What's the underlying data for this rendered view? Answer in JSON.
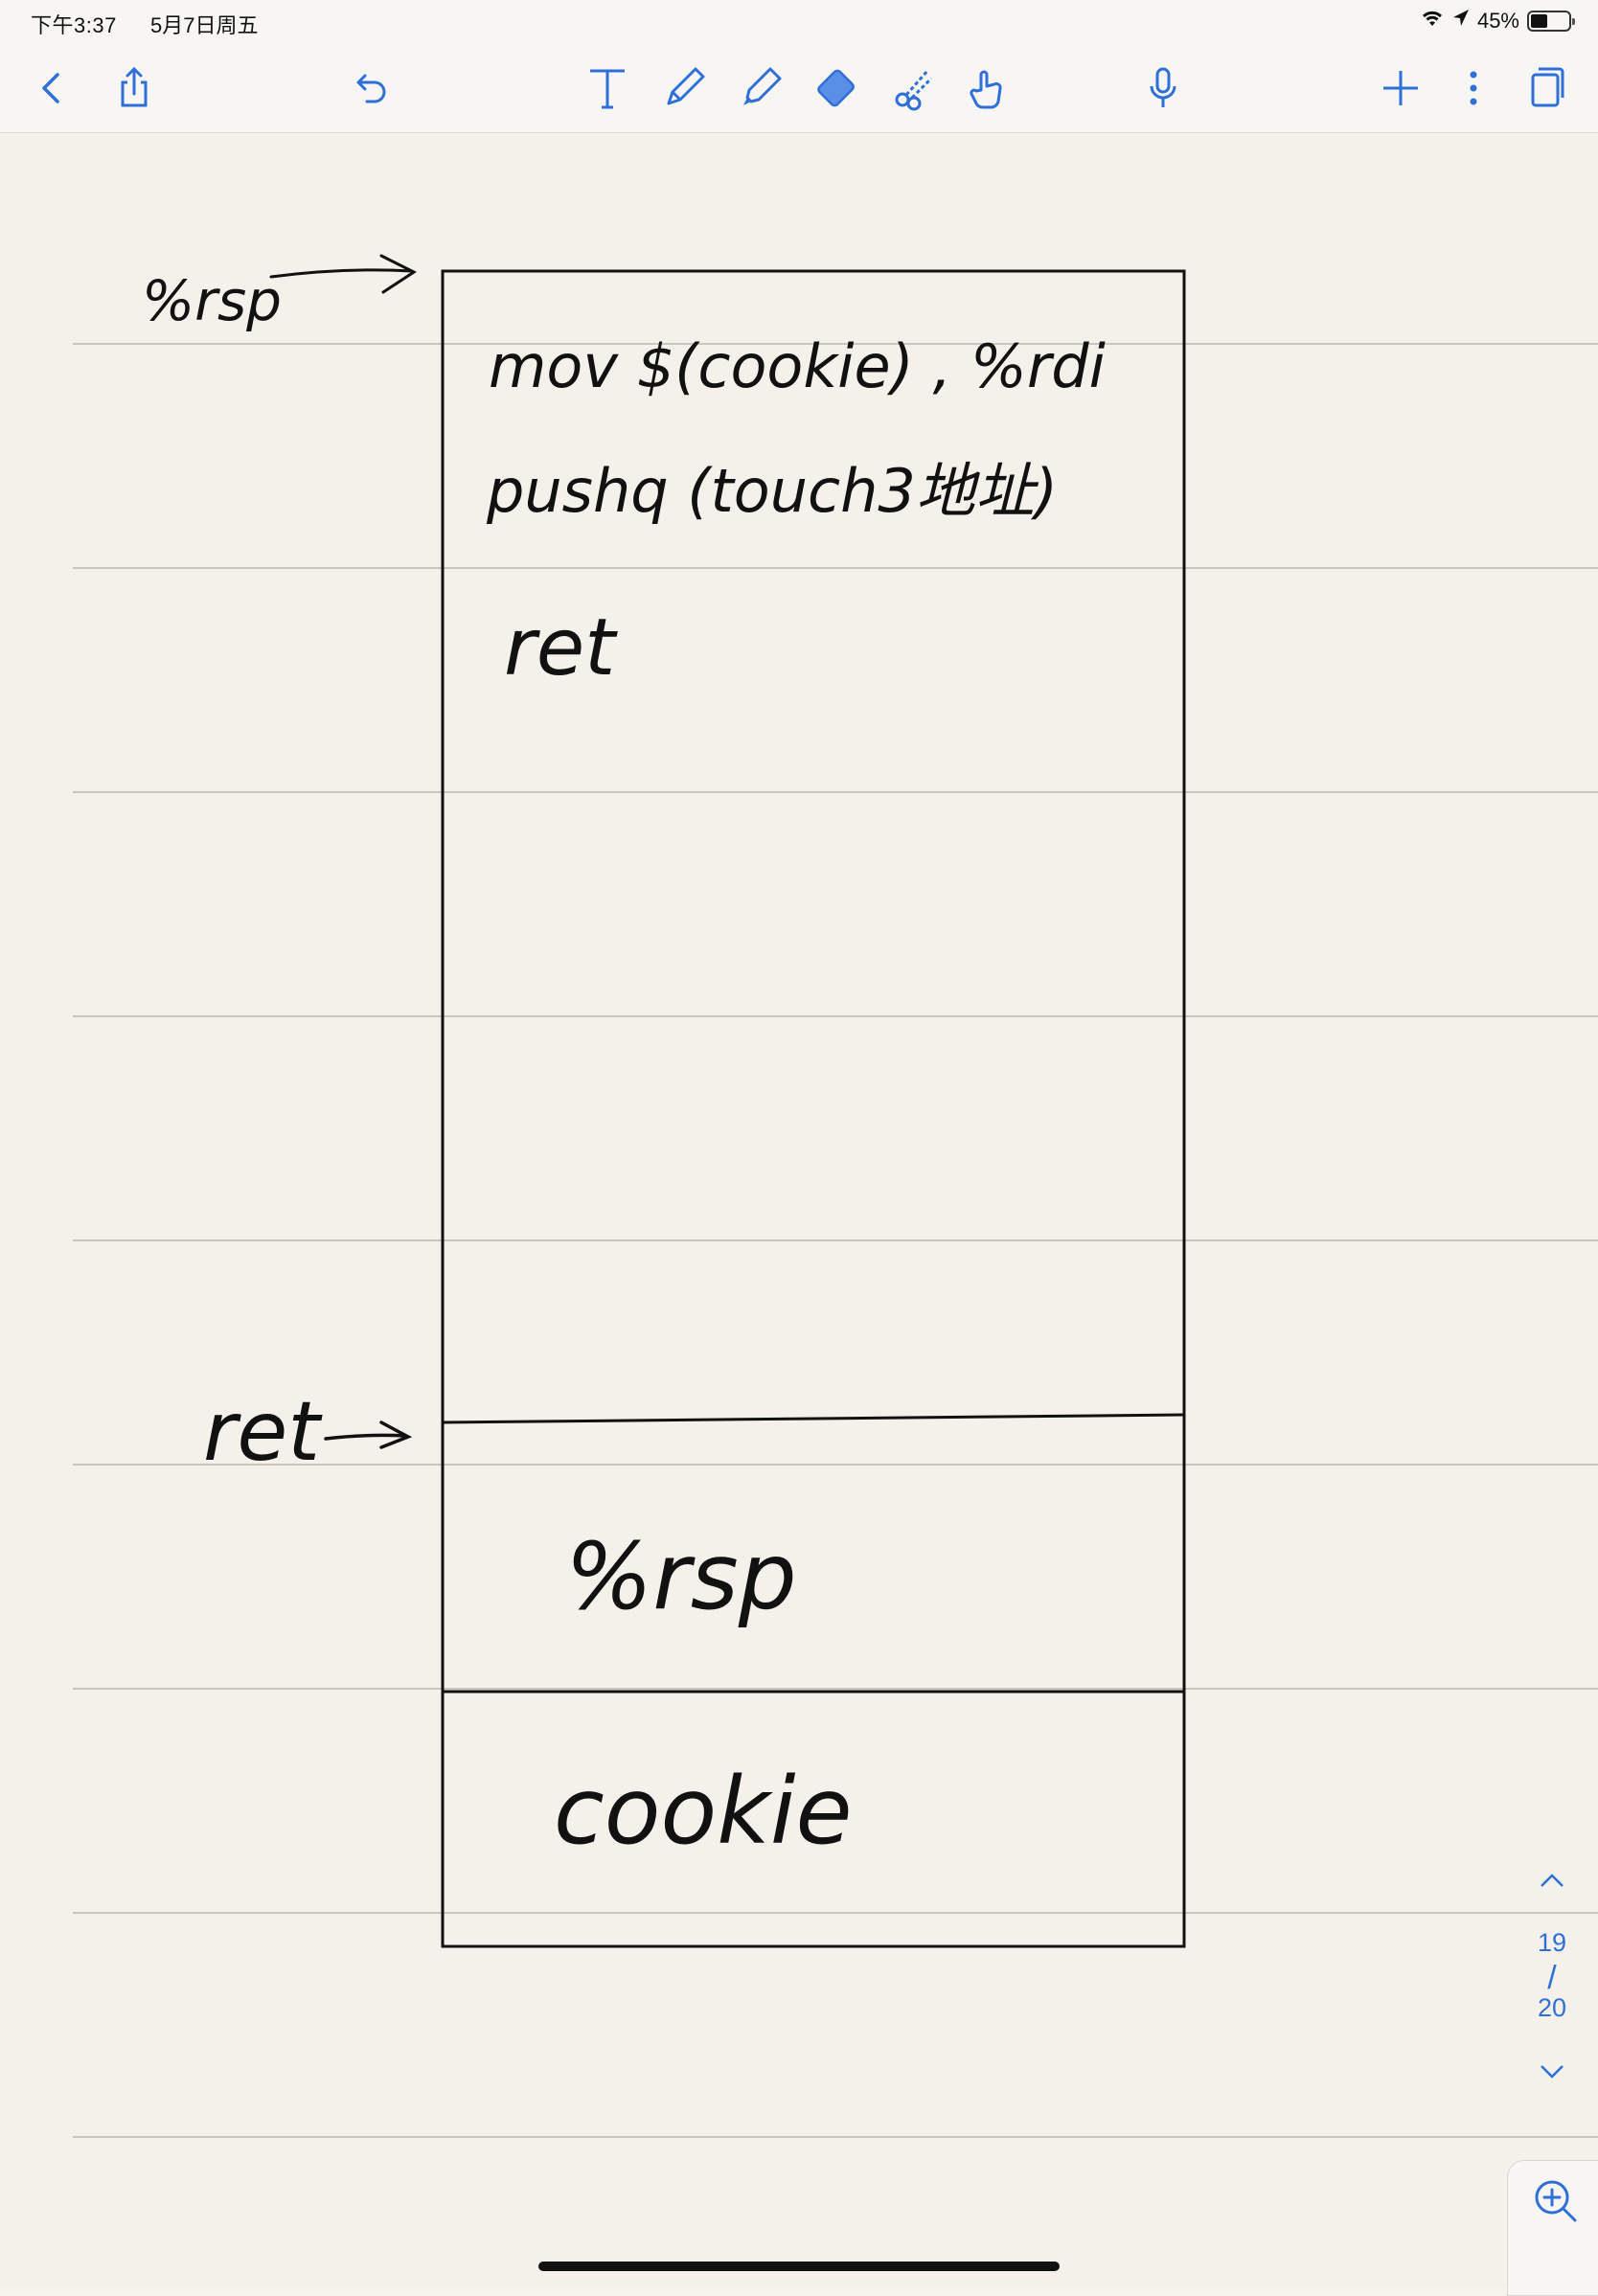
{
  "status_bar": {
    "time": "下午3:37",
    "date": "5月7日周五",
    "battery_percent": "45%",
    "battery_level": 0.45
  },
  "toolbar": {
    "left": [
      "back-icon",
      "share-icon",
      "undo-icon"
    ],
    "tools": [
      "text-tool-icon",
      "pen-icon",
      "highlighter-icon",
      "eraser-icon",
      "lasso-icon",
      "pointer-hand-icon",
      "microphone-icon"
    ],
    "right": [
      "add-icon",
      "more-icon",
      "pages-icon"
    ],
    "accent": "#2f6fd6",
    "selected_tool": "eraser-icon"
  },
  "note": {
    "rsp_top_label": "%rsp",
    "line1": "mov  $(cookie) , %rdi",
    "line2": "pushq  (touch3地址)",
    "line3": "ret",
    "ret_label": "ret",
    "rsp_cell": "%rsp",
    "cookie_cell": "cookie"
  },
  "pager": {
    "current": "19",
    "separator": "/",
    "total": "20"
  }
}
